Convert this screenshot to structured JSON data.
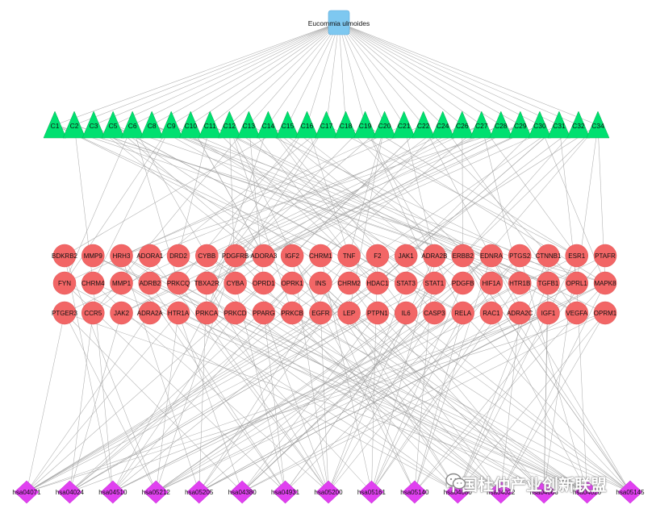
{
  "root": {
    "label": "Eucommia ulmoides",
    "color": "#7ec8f0"
  },
  "compounds": {
    "color": "#00e070",
    "labels": [
      "C1",
      "C2",
      "C3",
      "C5",
      "C6",
      "C8",
      "C9",
      "C10",
      "C11",
      "C12",
      "C13",
      "C14",
      "C15",
      "C16",
      "C17",
      "C18",
      "C19",
      "C20",
      "C21",
      "C22",
      "C24",
      "C26",
      "C27",
      "C28",
      "C29",
      "C30",
      "C31",
      "C32",
      "C34"
    ]
  },
  "targets": {
    "color": "#f26666",
    "rows": [
      [
        "BDKRB2",
        "MMP9",
        "HRH3",
        "ADORA1",
        "DRD2",
        "CYBB",
        "PDGFRB",
        "ADORA3",
        "IGF2",
        "CHRM1",
        "TNF",
        "F2",
        "JAK1",
        "ADRA2B",
        "ERBB2",
        "EDNRA",
        "PTGS2",
        "CTNNB1",
        "ESR1",
        "PTAFR"
      ],
      [
        "FYN",
        "CHRM4",
        "MMP1",
        "ADRB2",
        "PRKCQ",
        "TBXA2R",
        "CYBA",
        "OPRD1",
        "OPRK1",
        "INS",
        "CHRM2",
        "HDAC1",
        "STAT3",
        "STAT1",
        "PDGFB",
        "HIF1A",
        "HTR1B",
        "TGFB1",
        "OPRL1",
        "MAPK8"
      ],
      [
        "PTGER3",
        "CCR5",
        "JAK2",
        "ADRA2A",
        "HTR1A",
        "PRKCA",
        "PRKCD",
        "PPARG",
        "PRKCB",
        "EGFR",
        "LEP",
        "PTPN1",
        "IL6",
        "CASP3",
        "RELA",
        "RAC1",
        "ADRA2C",
        "IGF1",
        "VEGFA",
        "OPRM1"
      ]
    ]
  },
  "pathways": {
    "color": "#e040f0",
    "labels": [
      "hsa04071",
      "hsa04024",
      "hsa04510",
      "hsa05212",
      "hsa05205",
      "hsa04380",
      "hsa04931",
      "hsa05200",
      "hsa05161",
      "hsa05140",
      "hsa04080",
      "hsa04022",
      "hsa04066",
      "hsa04020",
      "hsa05145"
    ]
  },
  "edge_color": "#a0a0a0",
  "watermark": {
    "text": "中国杜仲产业创新联盟",
    "icon": "wechat-icon"
  }
}
